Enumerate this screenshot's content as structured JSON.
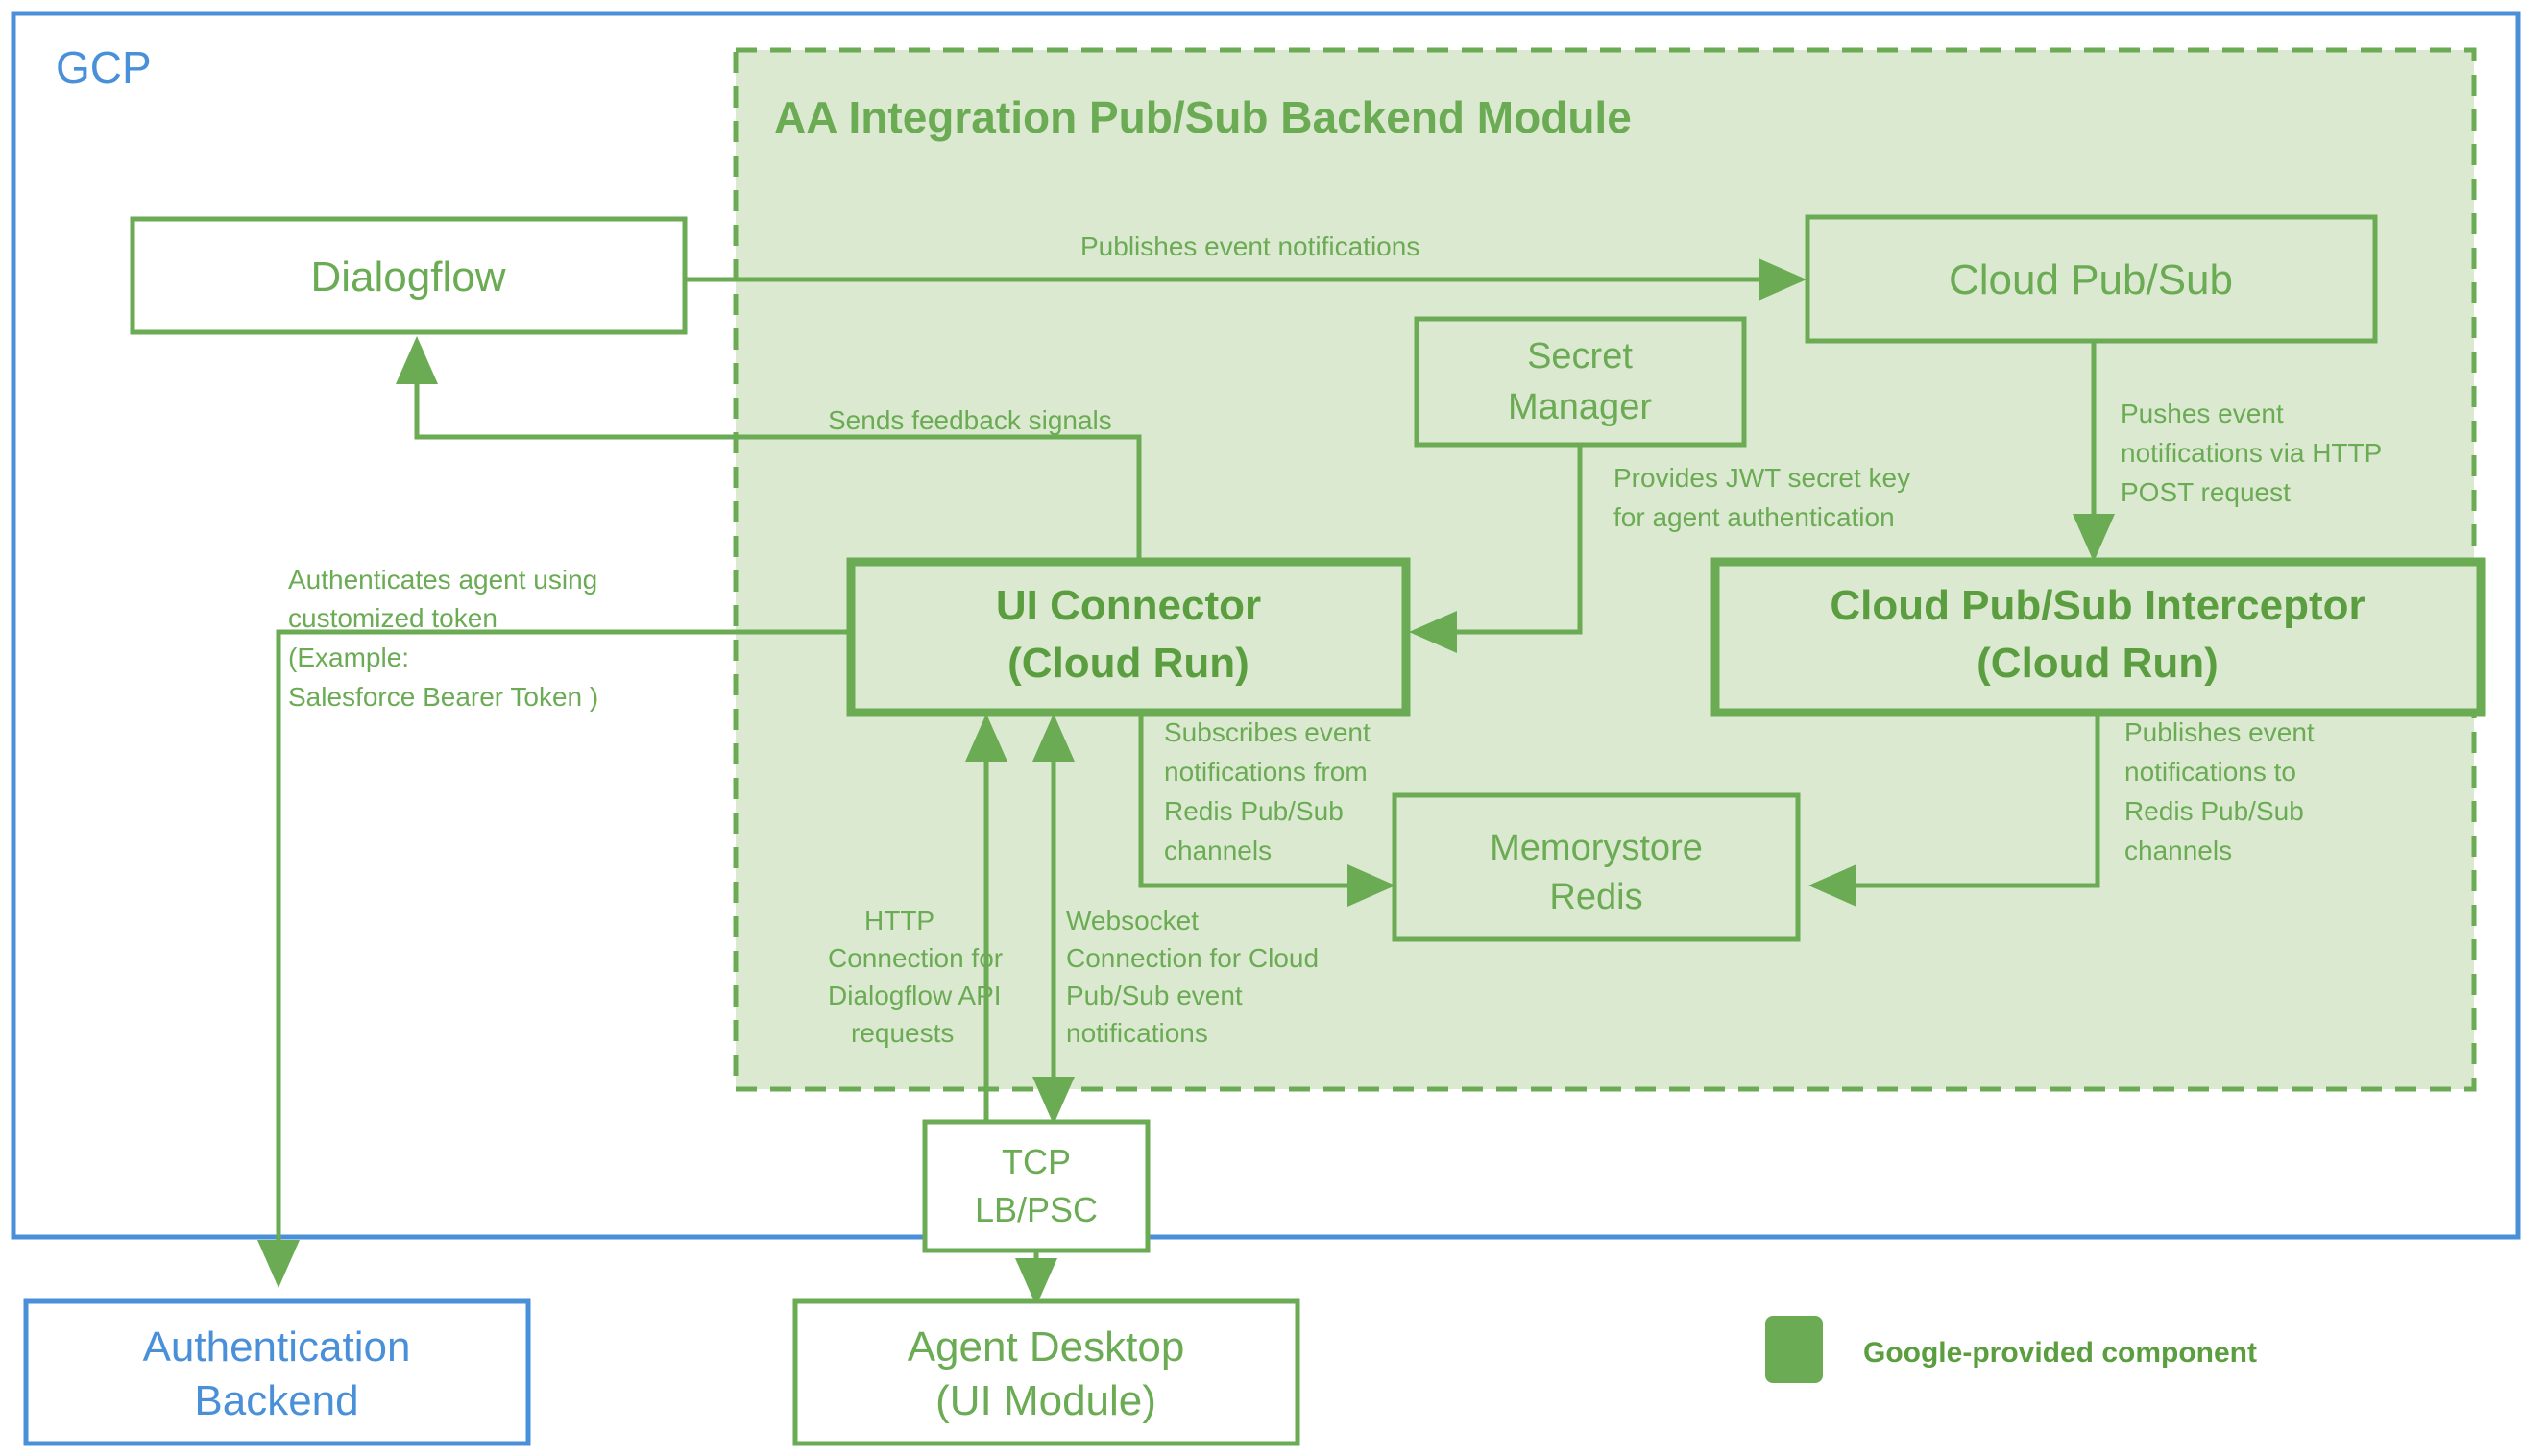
{
  "diagram": {
    "title": "AA Integration Pub/Sub Backend Module",
    "cloud_boundary_label": "GCP",
    "colors": {
      "green_stroke": "#6AAB54",
      "green_bold": "#5B9E3F",
      "module_fill": "#DBE9D0",
      "blue_stroke": "#4A90D9",
      "white": "#FFFFFF"
    },
    "nodes": {
      "dialogflow": {
        "label": "Dialogflow"
      },
      "cloud_pubsub": {
        "label": "Cloud Pub/Sub"
      },
      "secret_manager": {
        "label_line1": "Secret",
        "label_line2": "Manager"
      },
      "ui_connector": {
        "label_line1": "UI Connector",
        "label_line2": "(Cloud Run)"
      },
      "pubsub_interceptor": {
        "label_line1": "Cloud Pub/Sub Interceptor",
        "label_line2": "(Cloud Run)"
      },
      "memorystore_redis": {
        "label_line1": "Memorystore",
        "label_line2": "Redis"
      },
      "tcp_lb_psc": {
        "label_line1": "TCP",
        "label_line2": "LB/PSC"
      },
      "agent_desktop": {
        "label_line1": "Agent Desktop",
        "label_line2": "(UI Module)"
      },
      "auth_backend": {
        "label_line1": "Authentication",
        "label_line2": "Backend"
      }
    },
    "edges": {
      "publishes_event_notifications": "Publishes event notifications",
      "sends_feedback_signals": "Sends feedback signals",
      "provides_jwt_l1": "Provides JWT secret key",
      "provides_jwt_l2": "for agent authentication",
      "pushes_event_l1": "Pushes event",
      "pushes_event_l2": "notifications via HTTP",
      "pushes_event_l3": "POST request",
      "authenticates_l1": "Authenticates agent using",
      "authenticates_l2": "customized token",
      "authenticates_l3": "(Example:",
      "authenticates_l4": "Salesforce Bearer Token )",
      "subscribes_l1": "Subscribes event",
      "subscribes_l2": "notifications from",
      "subscribes_l3": "Redis Pub/Sub",
      "subscribes_l4": "channels",
      "publishes_redis_l1": "Publishes event",
      "publishes_redis_l2": "notifications to",
      "publishes_redis_l3": "Redis Pub/Sub",
      "publishes_redis_l4": "channels",
      "http_conn_l1": "HTTP",
      "http_conn_l2": "Connection for",
      "http_conn_l3": "Dialogflow API",
      "http_conn_l4": "requests",
      "websocket_l1": "Websocket",
      "websocket_l2": "Connection for Cloud",
      "websocket_l3": "Pub/Sub event",
      "websocket_l4": "notifications"
    },
    "legend": {
      "swatch_color": "#6AAB54",
      "label": "Google-provided component"
    }
  }
}
